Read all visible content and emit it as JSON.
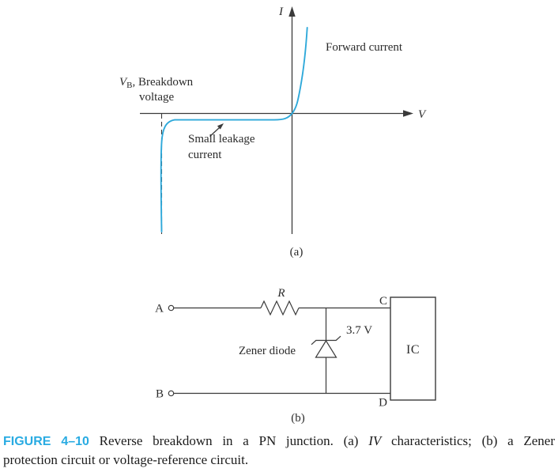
{
  "figure": {
    "graph": {
      "type": "line",
      "description": "Diode IV characteristic with reverse breakdown",
      "i_axis_label": "I",
      "v_axis_label": "V",
      "forward_current_label": "Forward current",
      "breakdown_v": "V",
      "breakdown_sub": "B",
      "breakdown_rest": ", Breakdown",
      "breakdown_line2": "voltage",
      "leakage_line1": "Small leakage",
      "leakage_line2": "current",
      "sublabel": "(a)"
    },
    "circuit": {
      "terminal_a": "A",
      "terminal_b": "B",
      "resistor_label": "R",
      "zener_label": "Zener diode",
      "zener_voltage": "3.7 V",
      "node_c": "C",
      "node_d": "D",
      "ic_label": "IC",
      "sublabel": "(b)"
    },
    "caption": {
      "label": "FIGURE 4–10",
      "part1": "Reverse breakdown in a PN junction. (a)",
      "italic": "IV",
      "part2": "characteristics; (b) a Zener",
      "line2": "protection circuit or voltage-reference circuit."
    },
    "colors": {
      "curve": "#2fa9da",
      "caption_label": "#29abe2",
      "ink": "#3a3a3a"
    }
  }
}
